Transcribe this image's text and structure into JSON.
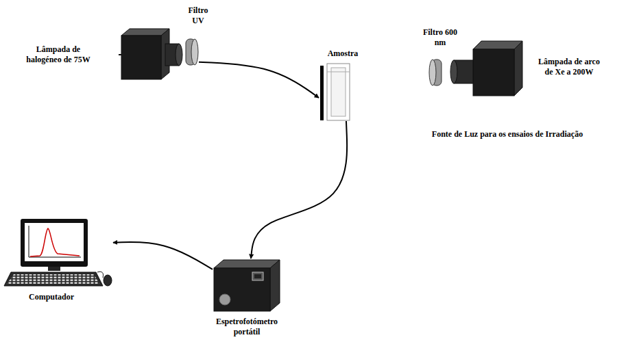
{
  "diagram": {
    "nodes": [
      {
        "text": [
          "Lâmpada de halogéneo de 75W"
        ]
      },
      {
        "text": [
          "Filtro UV"
        ]
      },
      {
        "text": [
          "Amostra"
        ]
      },
      {
        "text": [
          "Filtro 600 nm"
        ]
      },
      {
        "text": [
          "Lâmpada de arco de Xe a 200W"
        ]
      },
      {
        "text": [
          "Computador"
        ]
      },
      {
        "text": [
          "Espetrofotómetro portátil"
        ]
      }
    ],
    "edges": [
      {
        "from": 1,
        "to": 2,
        "arrow": "to"
      },
      {
        "from": 2,
        "to": 6,
        "arrow": "to"
      },
      {
        "from": 6,
        "to": 5,
        "arrow": "to"
      }
    ],
    "labels": [
      "Fonte de Luz para os ensaios de Irradiação"
    ]
  }
}
